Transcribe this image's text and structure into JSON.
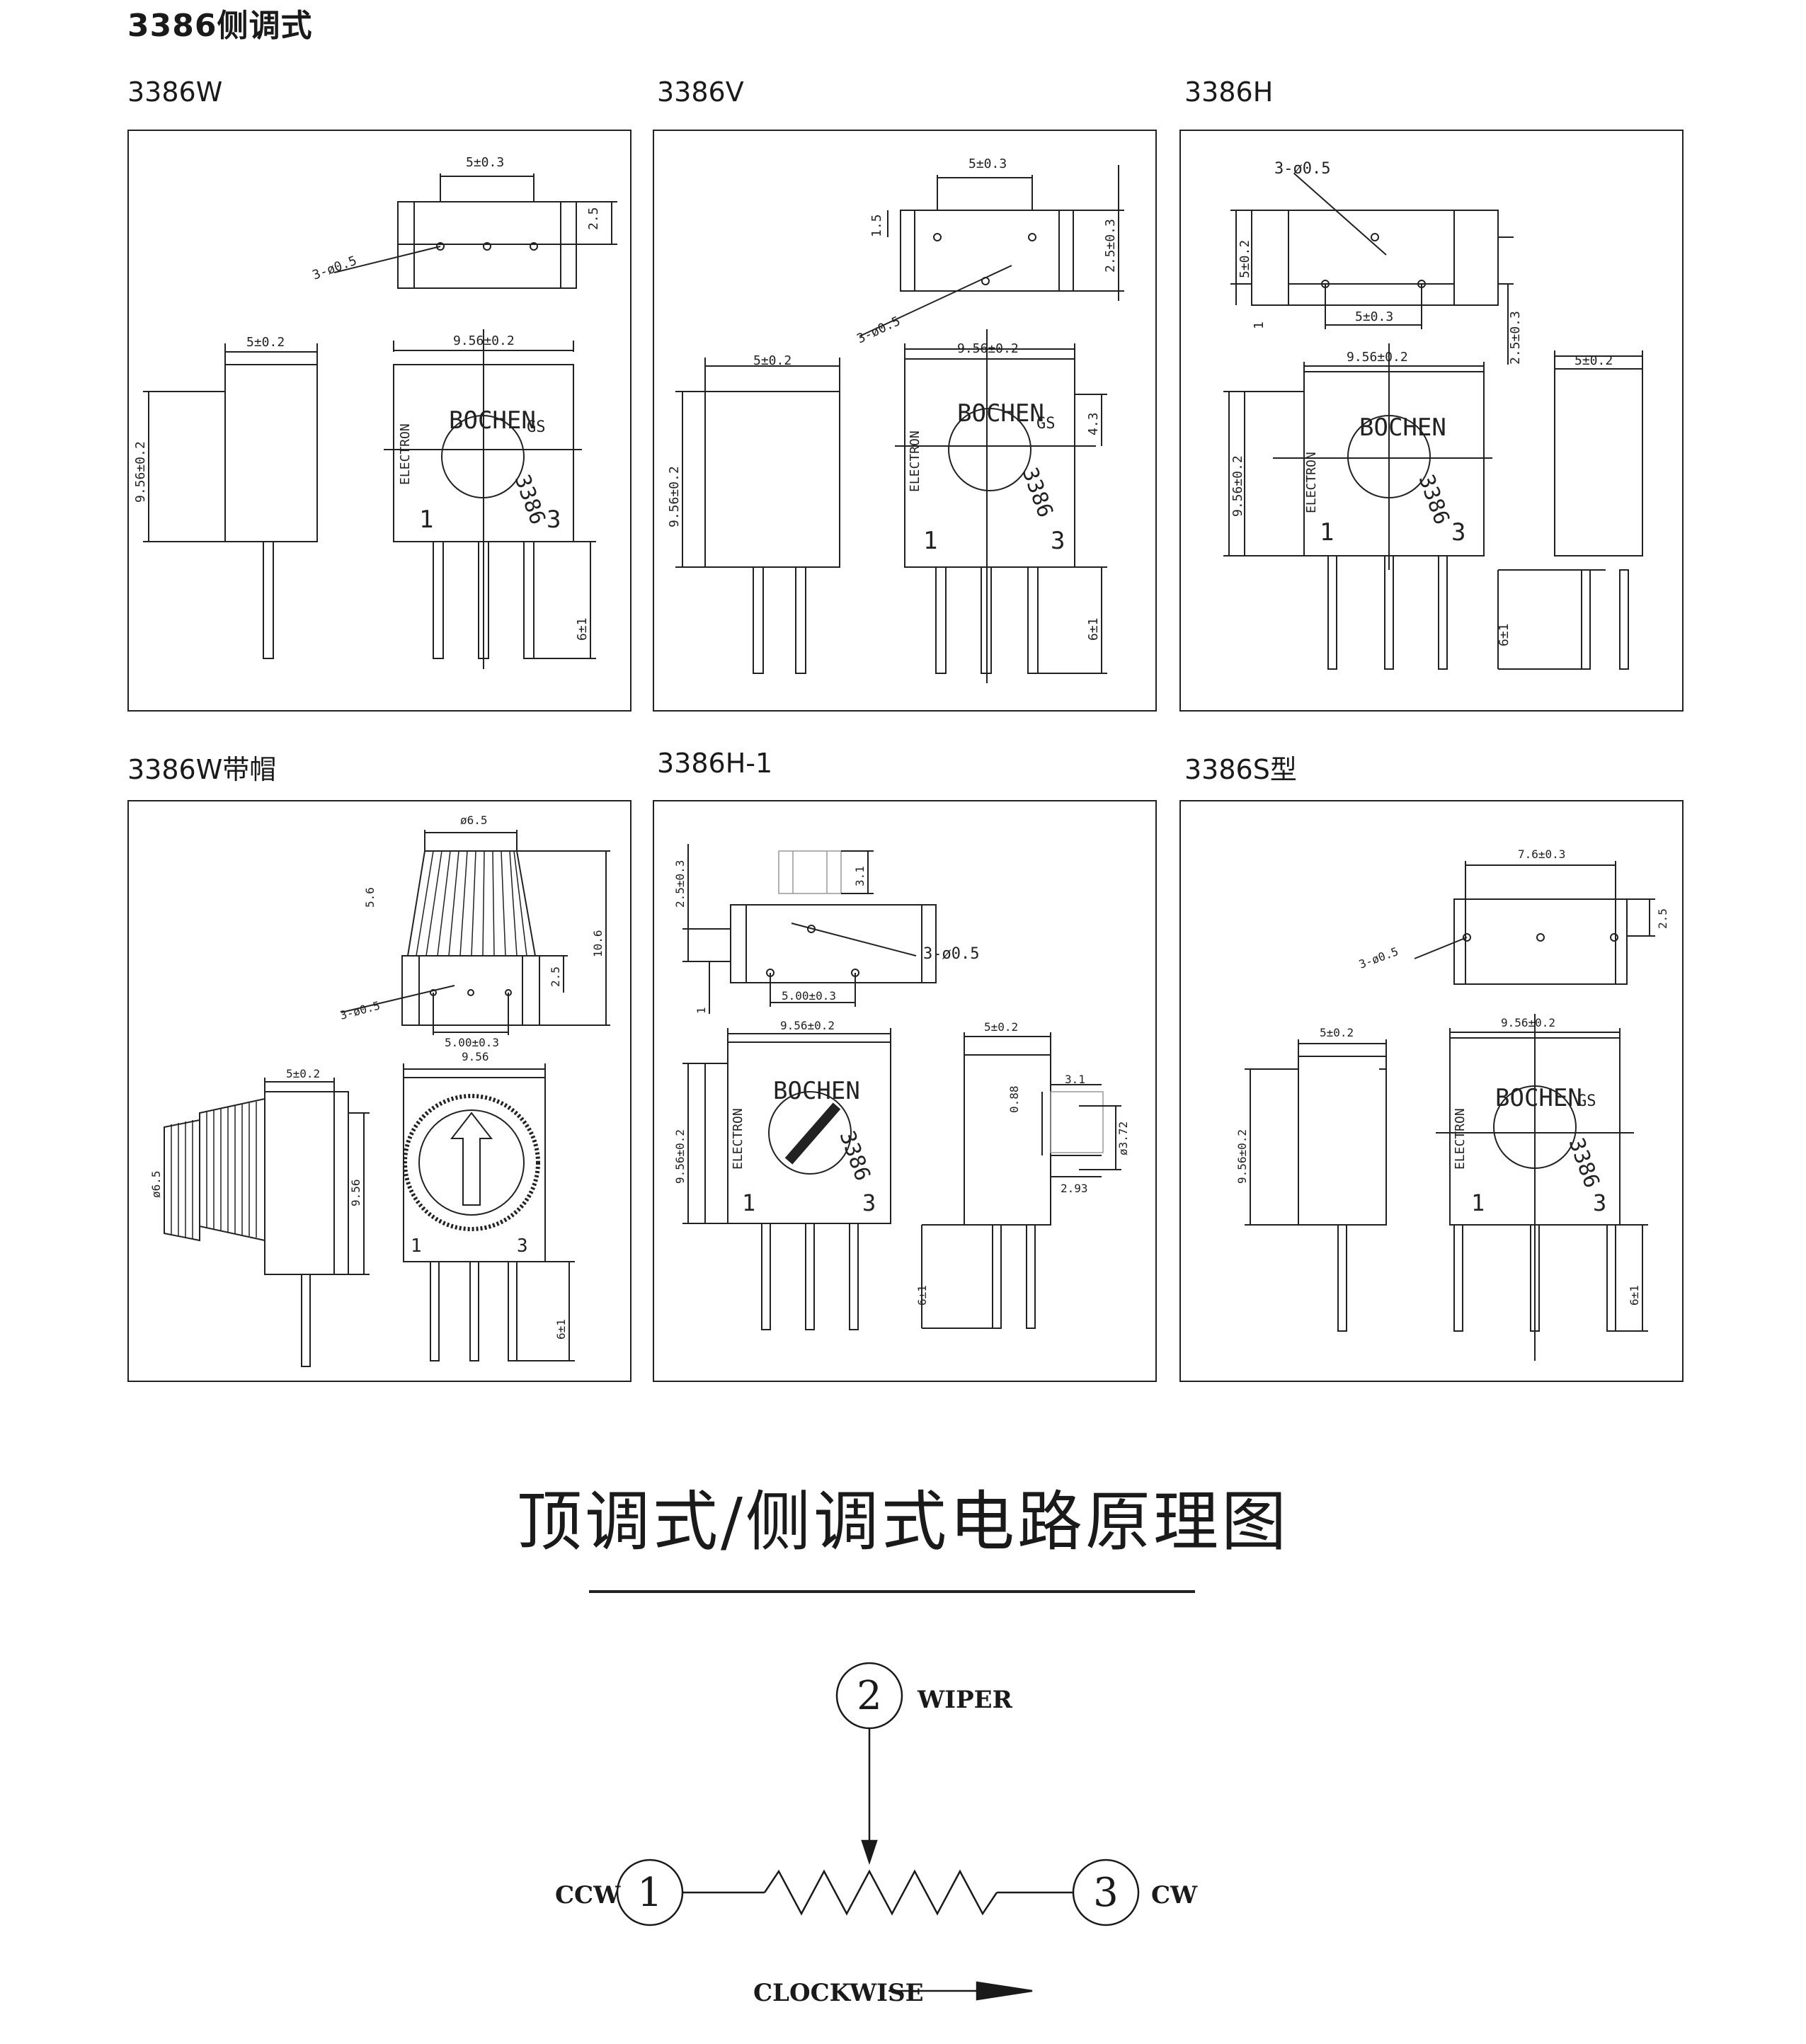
{
  "heading": "3386侧调式",
  "panels": [
    {
      "label": "3386W",
      "dims": {
        "top_pitch": "5±0.3",
        "top_height": "2.5",
        "holes": "3-ø0.5",
        "side_width": "5±0.2",
        "body_width": "9.56±0.2",
        "side_height": "9.56±0.2",
        "pin_length": "6±1"
      }
    },
    {
      "label": "3386V",
      "dims": {
        "top_pitch": "5±0.3",
        "top_height": "2.5±0.3",
        "offset": "1.5",
        "holes": "3-ø0.5",
        "side_width": "5±0.2",
        "body_width": "9.56±0.2",
        "side_height": "9.56±0.2",
        "adj_height": "4.3",
        "pin_length": "6±1"
      }
    },
    {
      "label": "3386H",
      "dims": {
        "holes": "3-ø0.5",
        "top_height": "5±0.2",
        "offset": "1",
        "top_pitch": "5±0.3",
        "pin_height": "2.5±0.3",
        "body_width": "9.56±0.2",
        "side_height": "9.56±0.2",
        "side_width": "5±0.2",
        "pin_length": "6±1"
      }
    },
    {
      "label": "3386W带帽",
      "dims": {
        "cap_dia": "ø6.5",
        "cap_h": "5.6",
        "total_h": "10.6",
        "base_h": "2.5",
        "holes": "3-ø0.5",
        "pitch": "5.00±0.3",
        "side_width": "5±0.2",
        "cap_dia_side": "ø6.5",
        "body_h": "9.56",
        "body_w": "9.56",
        "pin_length": "6±1"
      }
    },
    {
      "label": "3386H-1",
      "dims": {
        "top_height": "2.5±0.3",
        "knob_h": "3.1",
        "holes": "3-ø0.5",
        "offset": "1",
        "pitch": "5.00±0.3",
        "body_width": "9.56±0.2",
        "side_height": "9.56±0.2",
        "side_width": "5±0.2",
        "slot": "0.88",
        "knob_w": "3.1",
        "knob_dia": "ø3.72",
        "knob_off": "2.93",
        "pin_length": "6±1"
      }
    },
    {
      "label": "3386S型",
      "dims": {
        "top_pitch": "7.6±0.3",
        "top_height": "2.5",
        "holes": "3-ø0.5",
        "side_width": "5±0.2",
        "body_width": "9.56±0.2",
        "side_height": "9.56±0.2",
        "pin_length": "6±1"
      }
    }
  ],
  "body_print": {
    "brand": "BOCHEN",
    "sub": "ELECTRON",
    "model": "3386",
    "mark": "GS",
    "pins": "1",
    "pin3": "3"
  },
  "schematic": {
    "title": "顶调式/侧调式电路原理图",
    "pin1": "1",
    "pin2": "2",
    "pin3": "3",
    "wiper_label": "WIPER",
    "ccw_label": "CCW",
    "cw_label": "CW",
    "direction_label": "CLOCKWISE"
  }
}
